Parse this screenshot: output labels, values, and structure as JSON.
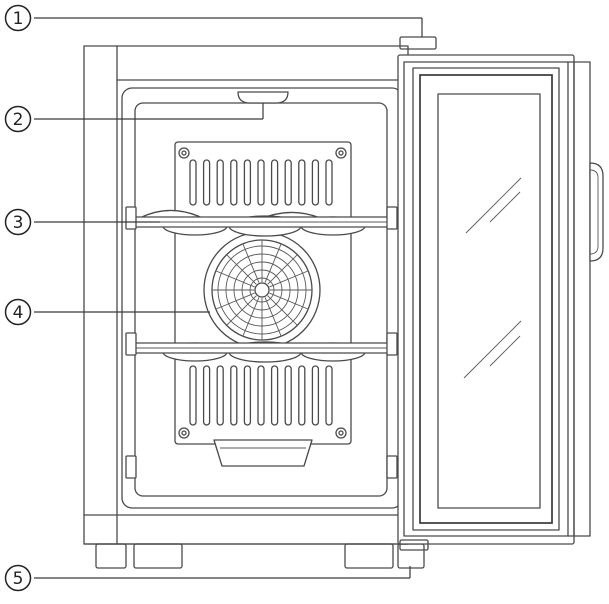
{
  "callouts": [
    {
      "id": "1",
      "label": "1"
    },
    {
      "id": "2",
      "label": "2"
    },
    {
      "id": "3",
      "label": "3"
    },
    {
      "id": "4",
      "label": "4"
    },
    {
      "id": "5",
      "label": "5"
    }
  ],
  "colors": {
    "line": "#4a4a4a",
    "background": "#ffffff"
  }
}
